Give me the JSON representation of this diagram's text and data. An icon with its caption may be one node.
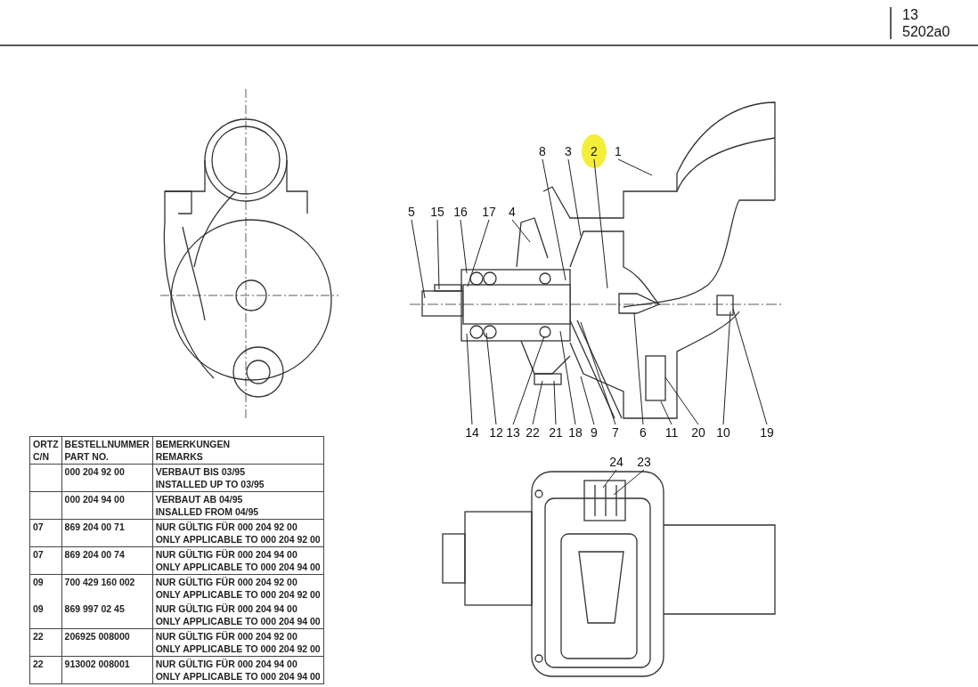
{
  "diagram": {
    "nodes": [
      {
        "text": [
          "8"
        ]
      },
      {
        "text": [
          "3"
        ]
      },
      {
        "text": [
          "2"
        ]
      },
      {
        "text": [
          "1"
        ]
      },
      {
        "text": [
          "5"
        ]
      },
      {
        "text": [
          "15"
        ]
      },
      {
        "text": [
          "16"
        ]
      },
      {
        "text": [
          "17"
        ]
      },
      {
        "text": [
          "4"
        ]
      },
      {
        "text": [
          "14"
        ]
      },
      {
        "text": [
          "12"
        ]
      },
      {
        "text": [
          "13"
        ]
      },
      {
        "text": [
          "22"
        ]
      },
      {
        "text": [
          "21"
        ]
      },
      {
        "text": [
          "18"
        ]
      },
      {
        "text": [
          "9"
        ]
      },
      {
        "text": [
          "7"
        ]
      },
      {
        "text": [
          "6"
        ]
      },
      {
        "text": [
          "11"
        ]
      },
      {
        "text": [
          "20"
        ]
      },
      {
        "text": [
          "10"
        ]
      },
      {
        "text": [
          "19"
        ]
      },
      {
        "text": [
          "24"
        ]
      },
      {
        "text": [
          "23"
        ]
      }
    ],
    "edges": [
      {
        "from": 0,
        "to": null,
        "arrow": "none"
      },
      {
        "from": 1,
        "to": null,
        "arrow": "none"
      },
      {
        "from": 2,
        "to": null,
        "arrow": "none"
      },
      {
        "from": 3,
        "to": null,
        "arrow": "none"
      },
      {
        "from": 4,
        "to": null,
        "arrow": "none"
      },
      {
        "from": 5,
        "to": null,
        "arrow": "none"
      },
      {
        "from": 6,
        "to": null,
        "arrow": "none"
      },
      {
        "from": 7,
        "to": null,
        "arrow": "none"
      },
      {
        "from": 8,
        "to": null,
        "arrow": "none"
      },
      {
        "from": 9,
        "to": null,
        "arrow": "none"
      },
      {
        "from": 10,
        "to": null,
        "arrow": "none"
      },
      {
        "from": 11,
        "to": null,
        "arrow": "none"
      },
      {
        "from": 12,
        "to": null,
        "arrow": "none"
      },
      {
        "from": 13,
        "to": null,
        "arrow": "none"
      },
      {
        "from": 14,
        "to": null,
        "arrow": "none"
      },
      {
        "from": 15,
        "to": null,
        "arrow": "none"
      },
      {
        "from": 16,
        "to": null,
        "arrow": "none"
      },
      {
        "from": 17,
        "to": null,
        "arrow": "none"
      },
      {
        "from": 18,
        "to": null,
        "arrow": "none"
      },
      {
        "from": 19,
        "to": null,
        "arrow": "none"
      },
      {
        "from": 20,
        "to": null,
        "arrow": "none"
      },
      {
        "from": 21,
        "to": null,
        "arrow": "none"
      },
      {
        "from": 22,
        "to": null,
        "arrow": "none"
      },
      {
        "from": 23,
        "to": null,
        "arrow": "none"
      }
    ],
    "labels": [
      "13",
      "5202a0",
      "ORTZ",
      "C/N",
      "BESTELLNUMMER",
      "PART NO.",
      "BEMERKUNGEN",
      "REMARKS",
      "000 204 92 00",
      "VERBAUT BIS 03/95",
      "INSTALLED UP TO 03/95",
      "000 204 94 00",
      "VERBAUT AB 04/95",
      "INSALLED FROM 04/95",
      "07",
      "869 204 00 71",
      "NUR GÜLTIG FÜR 000 204 92 00",
      "ONLY APPLICABLE TO 000 204 92 00",
      "07",
      "869 204 00 74",
      "NUR GÜLTIG FÜR 000 204 94 00",
      "ONLY APPLICABLE TO 000 204 94 00",
      "09",
      "700 429 160 002",
      "NUR GÜLTIG FÜR 000 204 92 00",
      "ONLY APPLICABLE TO 000 204 92 00",
      "09",
      "869 997 02 45",
      "NUR GÜLTIG FÜR 000 204 94 00",
      "ONLY APPLICABLE TO 000 204 94 00",
      "22",
      "206925 008000",
      "NUR GÜLTIG FÜR 000 204 92 00",
      "ONLY APPLICABLE TO 000 204 92 00",
      "22",
      "913002 008001",
      "NUR GÜLTIG FÜR 000 204 94 00",
      "ONLY APPLICABLE TO 000 204 94 00"
    ]
  }
}
